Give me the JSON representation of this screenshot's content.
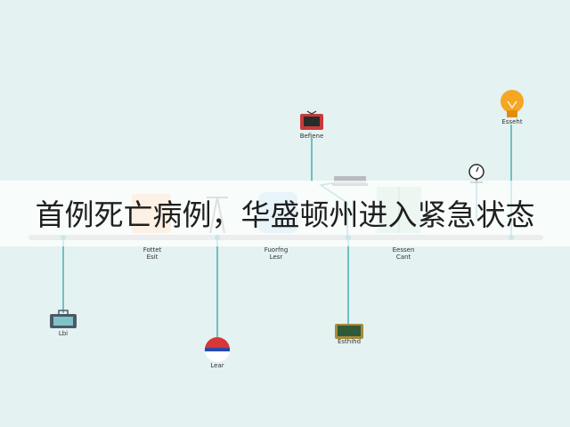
{
  "headline": "首例死亡病例，华盛顿州进入紧急状态",
  "timeline": {
    "colors": {
      "background": "#e4f2f1",
      "axis": "#9aa0a6",
      "connector": "#3fa9b0",
      "dot": "#3fa9b0"
    },
    "events": [
      {
        "label": "Lbi",
        "icon": "suitcase-icon"
      },
      {
        "label": "Fottet\nEsit",
        "icon": "box-icon"
      },
      {
        "label": "Lear",
        "icon": "flag-badge-icon"
      },
      {
        "label": "Fuorfng\nLesr",
        "icon": "jar-icon"
      },
      {
        "label": "Befiene",
        "icon": "tv-icon"
      },
      {
        "label": "",
        "icon": "laptop-icon"
      },
      {
        "label": "Esthihd",
        "icon": "chalkboard-icon"
      },
      {
        "label": "Eessen\nCant",
        "icon": "shelf-icon"
      },
      {
        "label": "",
        "icon": "stopwatch-icon"
      },
      {
        "label": "Esseht",
        "icon": "lightbulb-icon"
      }
    ]
  }
}
